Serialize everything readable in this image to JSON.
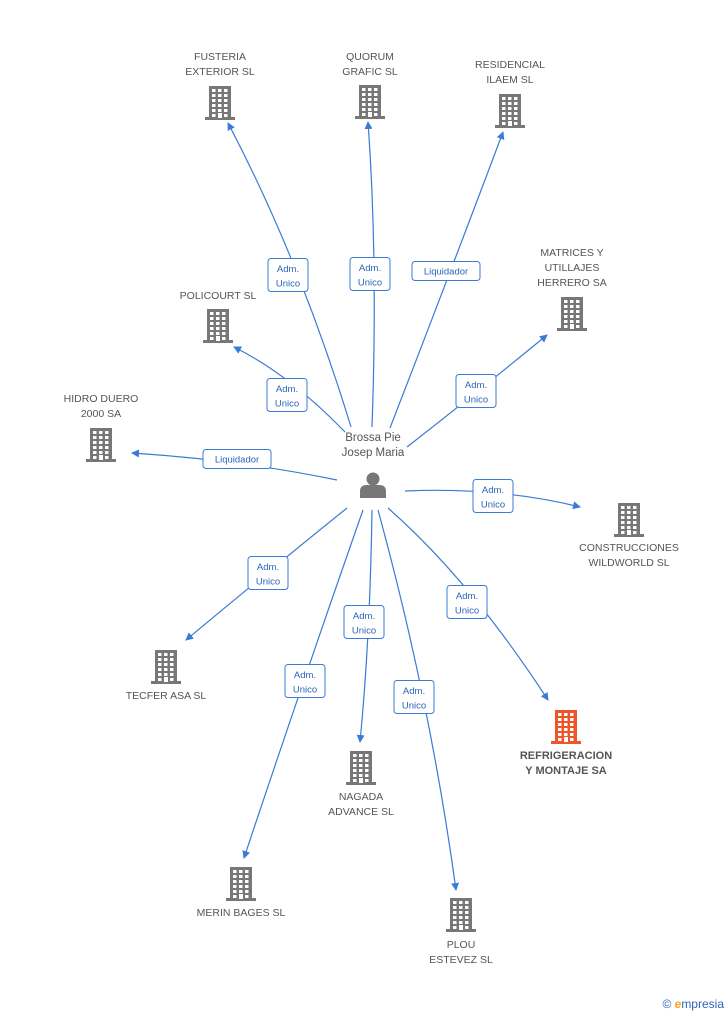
{
  "center": {
    "name_lines": [
      "Brossa Pie",
      "Josep Maria"
    ],
    "icon": "person-icon"
  },
  "companies": [
    {
      "id": "fusteria",
      "lines": [
        "FUSTERIA",
        "EXTERIOR SL"
      ],
      "highlight": false
    },
    {
      "id": "quorum",
      "lines": [
        "QUORUM",
        "GRAFIC SL"
      ],
      "highlight": false
    },
    {
      "id": "residencial",
      "lines": [
        "RESIDENCIAL",
        "ILAEM SL"
      ],
      "highlight": false
    },
    {
      "id": "matrices",
      "lines": [
        "MATRICES Y",
        "UTILLAJES",
        "HERRERO SA"
      ],
      "highlight": false
    },
    {
      "id": "policourt",
      "lines": [
        "POLICOURT SL"
      ],
      "highlight": false
    },
    {
      "id": "hidro",
      "lines": [
        "HIDRO DUERO",
        "2000 SA"
      ],
      "highlight": false
    },
    {
      "id": "construcciones",
      "lines": [
        "CONSTRUCCIONES",
        "WILDWORLD SL"
      ],
      "highlight": false
    },
    {
      "id": "tecfer",
      "lines": [
        "TECFER ASA SL"
      ],
      "highlight": false
    },
    {
      "id": "refrigeracion",
      "lines": [
        "REFRIGERACION",
        "Y MONTAJE SA"
      ],
      "highlight": true
    },
    {
      "id": "nagada",
      "lines": [
        "NAGADA",
        "ADVANCE SL"
      ],
      "highlight": false
    },
    {
      "id": "merin",
      "lines": [
        "MERIN BAGES SL"
      ],
      "highlight": false
    },
    {
      "id": "plou",
      "lines": [
        "PLOU",
        "ESTEVEZ SL"
      ],
      "highlight": false
    }
  ],
  "edges": [
    {
      "to": "fusteria",
      "label_lines": [
        "Adm.",
        "Unico"
      ]
    },
    {
      "to": "quorum",
      "label_lines": [
        "Adm.",
        "Unico"
      ]
    },
    {
      "to": "residencial",
      "label_lines": [
        "Liquidador"
      ]
    },
    {
      "to": "matrices",
      "label_lines": [
        "Adm.",
        "Unico"
      ]
    },
    {
      "to": "policourt",
      "label_lines": [
        "Adm.",
        "Unico"
      ]
    },
    {
      "to": "hidro",
      "label_lines": [
        "Liquidador"
      ]
    },
    {
      "to": "construcciones",
      "label_lines": [
        "Adm.",
        "Unico"
      ]
    },
    {
      "to": "tecfer",
      "label_lines": [
        "Adm.",
        "Unico"
      ]
    },
    {
      "to": "refrigeracion",
      "label_lines": [
        "Adm.",
        "Unico"
      ]
    },
    {
      "to": "nagada",
      "label_lines": [
        "Adm.",
        "Unico"
      ]
    },
    {
      "to": "merin",
      "label_lines": [
        "Adm.",
        "Unico"
      ]
    },
    {
      "to": "plou",
      "label_lines": [
        "Adm.",
        "Unico"
      ]
    }
  ],
  "colors": {
    "edge": "#3a7bd5",
    "building": "#777777",
    "building_highlight": "#f0552a",
    "person": "#777777"
  },
  "footer": {
    "copyright_symbol": "©",
    "brand_initial": "e",
    "brand_rest": "mpresia",
    "icon": "copyright-icon"
  }
}
